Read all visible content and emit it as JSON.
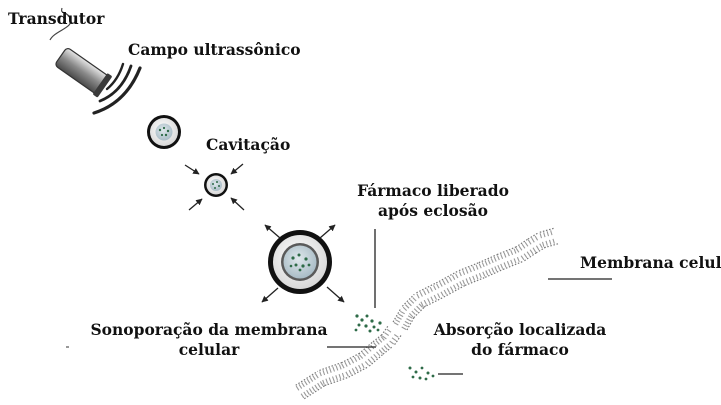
{
  "labels": {
    "transducer": "Transdutor",
    "ultrasonic_field": "Campo ultrassônico",
    "cavitation": "Cavitação",
    "drug_released_line1": "Fármaco liberado",
    "drug_released_line2": "após eclosão",
    "cell_membrane": "Membrana celular",
    "sonoporation_line1": "Sonoporação da membrana",
    "sonoporation_line2": "celular",
    "absorption_line1": "Absorção localizada",
    "absorption_line2": "do fármaco"
  },
  "colors": {
    "drug_particle": "#2e6b48",
    "bubble_core": "#b4c4cc",
    "membrane": "#9a9a9a"
  }
}
